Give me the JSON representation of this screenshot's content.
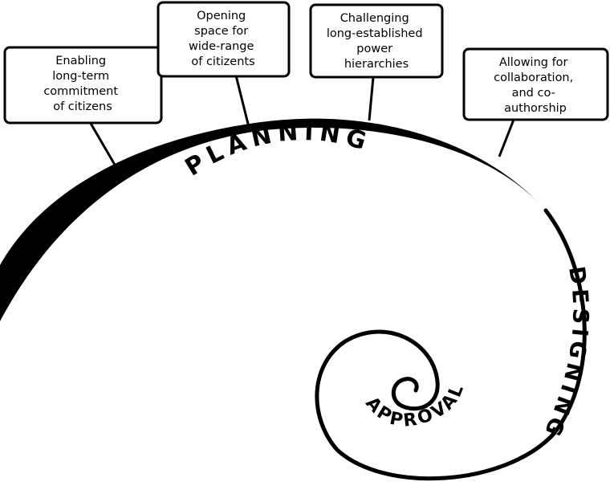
{
  "diagram": {
    "stages": {
      "planning": "PLANNING",
      "designing": "DESIGNING",
      "approval": "APPROVAL"
    },
    "callouts": [
      {
        "lines": [
          "Enabling",
          "long-term",
          "commitment",
          "of citizens"
        ]
      },
      {
        "lines": [
          "Opening",
          "space for",
          "wide-range",
          "of citizents"
        ]
      },
      {
        "lines": [
          "Challenging",
          "long-established",
          "power",
          "hierarchies"
        ]
      },
      {
        "lines": [
          "Allowing for",
          "collaboration,",
          "and co-",
          "authorship"
        ]
      }
    ],
    "colors": {
      "line": "#000000",
      "background": "#ffffff"
    }
  }
}
